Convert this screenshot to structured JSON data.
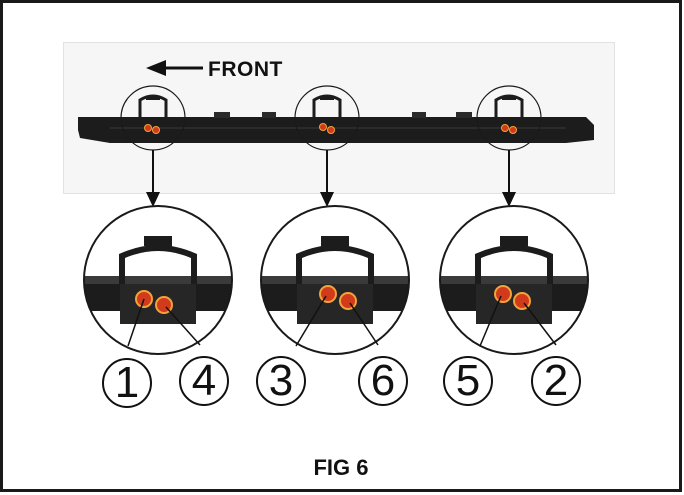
{
  "direction_label": "FRONT",
  "figure_title": "FIG 6",
  "callouts": [
    "1",
    "4",
    "3",
    "6",
    "5",
    "2"
  ],
  "icons": {
    "direction": "arrow-left-icon",
    "detail_pointer": "arrow-down-icon"
  },
  "colors": {
    "bolt": "#d23a1c",
    "bolt_ring": "#f2a33a",
    "bar": "#1c1c1c",
    "outline": "#1a1a1a"
  }
}
